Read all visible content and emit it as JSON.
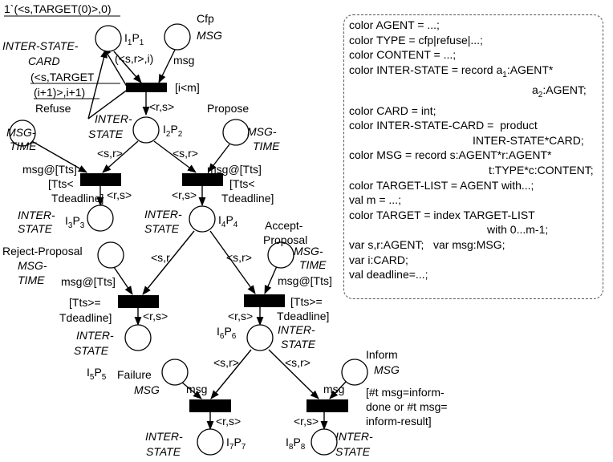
{
  "init_marking": "1`(<s,TARGET(0)>,0)",
  "places": {
    "p1": {
      "name": "I",
      "sub1": "1",
      "mid": "P",
      "sub2": "1",
      "type1": "INTER-STATE-",
      "type2": "CARD"
    },
    "cfp": {
      "name": "Cfp",
      "type": "MSG"
    },
    "p2": {
      "name": "I",
      "sub1": "2",
      "mid": "P",
      "sub2": "2",
      "type1": "INTER-",
      "type2": "STATE"
    },
    "refuse": {
      "name": "Refuse",
      "type1": "MSG-",
      "type2": "TIME"
    },
    "propose": {
      "name": "Propose",
      "type1": "MSG-",
      "type2": "TIME"
    },
    "p3": {
      "name": "I",
      "sub1": "3",
      "mid": "P",
      "sub2": "3",
      "type1": "INTER-",
      "type2": "STATE"
    },
    "p4": {
      "name": "I",
      "sub1": "4",
      "mid": "P",
      "sub2": "4",
      "type1": "INTER-",
      "type2": "STATE"
    },
    "reject": {
      "name": "Reject-Proposal",
      "type1": "MSG-",
      "type2": "TIME"
    },
    "accept": {
      "name1": "Accept-",
      "name2": "Proposal",
      "type1": "MSG-",
      "type2": "TIME"
    },
    "p5": {
      "name": "I",
      "sub1": "5",
      "mid": "P",
      "sub2": "5",
      "type1": "INTER-",
      "type2": "STATE"
    },
    "p6": {
      "name": "I",
      "sub1": "6",
      "mid": "P",
      "sub2": "6",
      "type1": "INTER-",
      "type2": "STATE"
    },
    "failure": {
      "name": "Failure",
      "type": "MSG"
    },
    "inform": {
      "name": "Inform",
      "type": "MSG"
    },
    "p7": {
      "name": "I",
      "sub1": "7",
      "mid": "P",
      "sub2": "7",
      "type1": "INTER-",
      "type2": "STATE"
    },
    "p8": {
      "name": "I",
      "sub1": "8",
      "mid": "P",
      "sub2": "8",
      "type1": "INTER-",
      "type2": "STATE"
    }
  },
  "arcs": {
    "cfp_msg": "msg",
    "p1_in": "(<s,r>,i)",
    "loop1": "(<s,TARGET",
    "loop2": "(i+1)>,i+1)",
    "t1_out": "<r,s>",
    "p2_left": "<s,r>",
    "p2_right": "<s,r>",
    "refuse_msg": "msg@[Tts]",
    "propose_msg": "msg@[Tts]",
    "t2_out": "<r,s>",
    "t3_out": "<r,s>",
    "p4_left": "<s,r",
    "p4_right": "<s,r>",
    "reject_msg": "msg@[Tts]",
    "accept_msg": "msg@[Tts]",
    "t4_out": "<r,s>",
    "t5_out": "<r,s>",
    "p6_left": "<s,r>",
    "p6_right": "<s,r>",
    "failure_msg": "msg",
    "inform_msg": "msg",
    "t6_out": "<r,s>",
    "t7_out": "<r,s>"
  },
  "guards": {
    "t1": "[i<m]",
    "t2_l1": "[Tts<",
    "t2_l2": "Tdeadline]",
    "t3_l1": "[Tts<",
    "t3_l2": "Tdeadline]",
    "t4_l1": "[Tts>=",
    "t4_l2": "Tdeadline]",
    "t5_l1": "[Tts>=",
    "t5_l2": "Tdeadline]",
    "t7_l1": "[#t msg=inform-",
    "t7_l2": "done or #t msg=",
    "t7_l3": "inform-result]"
  },
  "declarations": {
    "l1": "color AGENT = ...;",
    "l2": "color TYPE = cfp|refuse|...;",
    "l3": "color CONTENT = ...;",
    "l4a": "color INTER-STATE = record a",
    "l4a_sub": "1",
    "l4a_tail": ":AGENT*",
    "l4b": "a",
    "l4b_sub": "2",
    "l4b_tail": ":AGENT;",
    "l5": "color CARD = int;",
    "l6a": "color INTER-STATE-CARD =  product",
    "l6b": "INTER-STATE*CARD;",
    "l7a": "color MSG = record s:AGENT*r:AGENT*",
    "l7b": "t:TYPE*c:CONTENT;",
    "l8": "color TARGET-LIST = AGENT with...;",
    "l9": "val m = ...;",
    "l10a": "color TARGET = index TARGET-LIST",
    "l10b": "with 0...m-1;",
    "l11": "var s,r:AGENT;   var msg:MSG;",
    "l12": "var i:CARD;",
    "l13": "val deadline=...;"
  }
}
